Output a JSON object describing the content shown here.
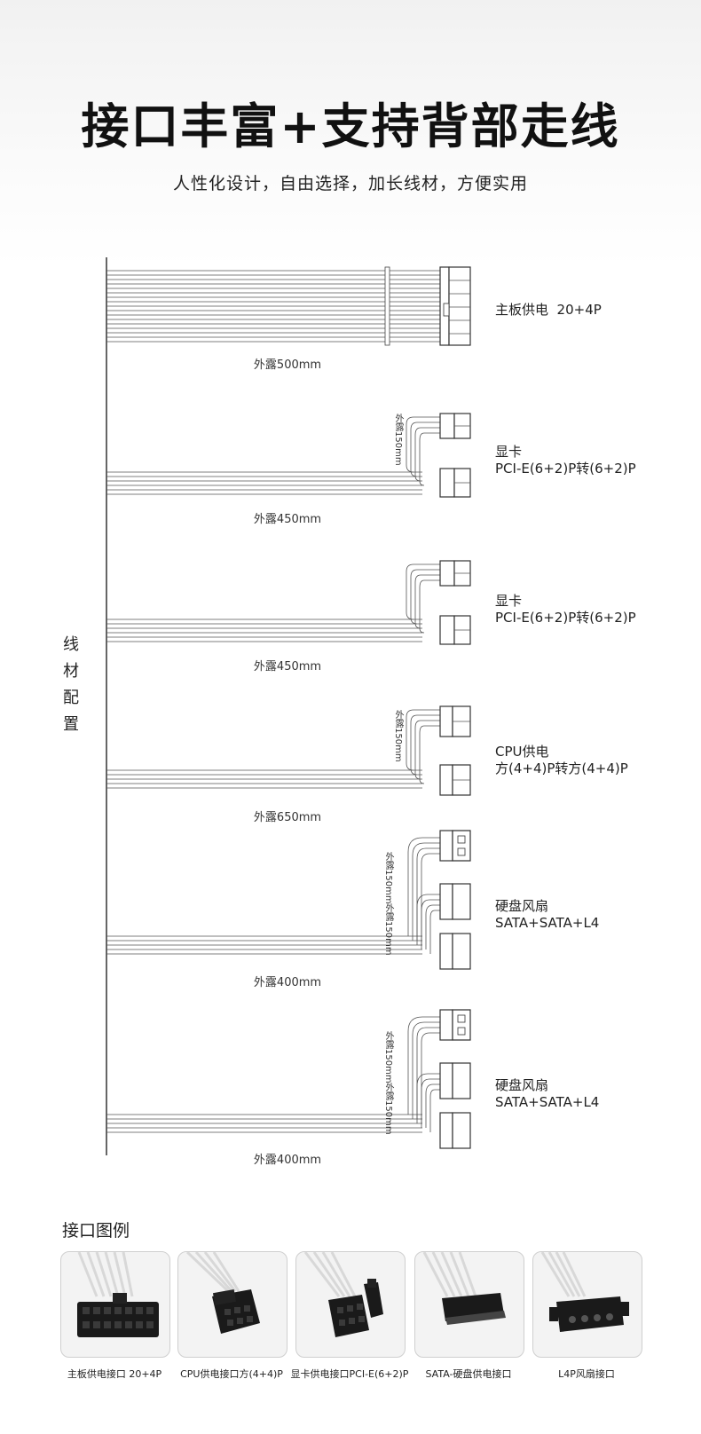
{
  "header": {
    "title": "接口丰富+支持背部走线",
    "subtitle": "人性化设计，自由选择，加长线材，方便实用"
  },
  "side_label": "线材配置",
  "cables": [
    {
      "line1": "主板供电  20+4P",
      "line2": "",
      "length": "外露500mm"
    },
    {
      "line1": "显卡",
      "line2": "PCI-E(6+2)P转(6+2)P",
      "length": "外露450mm"
    },
    {
      "line1": "显卡",
      "line2": "PCI-E(6+2)P转(6+2)P",
      "length": "外露450mm"
    },
    {
      "line1": "CPU供电",
      "line2": "方(4+4)P转方(4+4)P",
      "length": "外露650mm"
    },
    {
      "line1": "硬盘风扇",
      "line2": "SATA+SATA+L4",
      "length": "外露400mm"
    },
    {
      "line1": "硬盘风扇",
      "line2": "SATA+SATA+L4",
      "length": "外露400mm"
    }
  ],
  "branch_notes": {
    "gpu1": "外露150mm",
    "cpu": "外露150mm",
    "hdd1_a": "外露150mm",
    "hdd1_b": "外露150mm",
    "hdd2_a": "外露150mm",
    "hdd2_b": "外露150mm"
  },
  "examples": {
    "title": "接口图例",
    "items": [
      {
        "caption": "主板供电接口 20+4P"
      },
      {
        "caption": "CPU供电接口方(4+4)P"
      },
      {
        "caption": "显卡供电接口PCI-E(6+2)P"
      },
      {
        "caption": "SATA-硬盘供电接口"
      },
      {
        "caption": "L4P风扇接口"
      }
    ]
  }
}
